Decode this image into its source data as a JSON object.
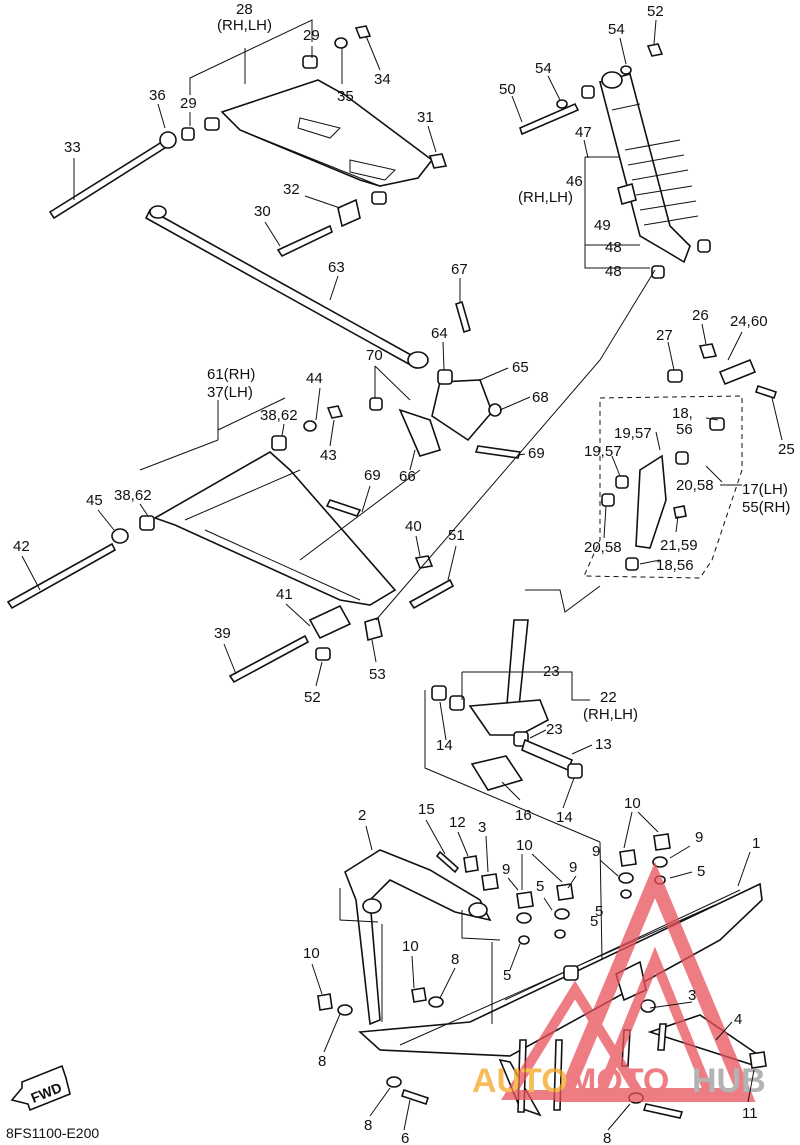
{
  "diagram_code": "8FS1100-E200",
  "fwd_label": "FWD",
  "watermark": {
    "part1": "AUTO",
    "part2": "MOTO",
    "part3": "HUB",
    "color_red": "#e8525a",
    "color_orange": "#f5a623",
    "color_gray": "#9a9a9a"
  },
  "labels": {
    "l1": "1",
    "l2": "2",
    "l3a": "3",
    "l3b": "3",
    "l4": "4",
    "l5a": "5",
    "l5b": "5",
    "l5c": "5",
    "l5d": "5",
    "l5e": "5",
    "l6": "6",
    "l8a": "8",
    "l8b": "8",
    "l8c": "8",
    "l8d": "8",
    "l9a": "9",
    "l9b": "9",
    "l9c": "9",
    "l9d": "9",
    "l10a": "10",
    "l10b": "10",
    "l10c": "10",
    "l10d": "10",
    "l11": "11",
    "l12": "12",
    "l13": "13",
    "l14a": "14",
    "l14b": "14",
    "l15": "15",
    "l16": "16",
    "l17": "17(LH)",
    "l55": "55(RH)",
    "l18a": "18,",
    "l18b": "18,56",
    "l19a": "19,57",
    "l19b": "19,57",
    "l20a": "20,58",
    "l20b": "20,58",
    "l21": "21,59",
    "l22": "22",
    "l22sub": "(RH,LH)",
    "l23a": "23",
    "l23b": "23",
    "l24": "24,60",
    "l25": "25",
    "l26": "26",
    "l27": "27",
    "l28": "28",
    "l28sub": "(RH,LH)",
    "l29a": "29",
    "l29b": "29",
    "l30": "30",
    "l31": "31",
    "l32": "32",
    "l33": "33",
    "l34": "34",
    "l35": "35",
    "l36": "36",
    "l37": "37(LH)",
    "l61": "61(RH)",
    "l38a": "38,62",
    "l38b": "38,62",
    "l39": "39",
    "l40": "40",
    "l41": "41",
    "l42": "42",
    "l43": "43",
    "l44": "44",
    "l45": "45",
    "l46": "46",
    "l46sub": "(RH,LH)",
    "l47": "47",
    "l48a": "48",
    "l48b": "48",
    "l49": "49",
    "l50": "50",
    "l51": "51",
    "l52a": "52",
    "l52b": "52",
    "l53": "53",
    "l54a": "54",
    "l54b": "54",
    "l56": "56",
    "l63": "63",
    "l64": "64",
    "l65": "65",
    "l66": "66",
    "l67": "67",
    "l68": "68",
    "l69a": "69",
    "l69b": "69",
    "l70": "70"
  }
}
